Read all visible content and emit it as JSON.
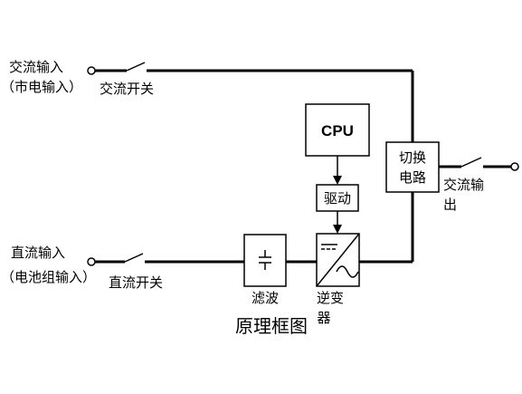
{
  "labels": {
    "ac_input": "交流输入",
    "ac_input_sub": "（市电输入）",
    "ac_switch": "交流开关",
    "dc_input": "直流输入",
    "dc_input_sub": "（电池组输入）",
    "dc_switch": "直流开关",
    "cpu": "CPU",
    "drive": "驱动",
    "switch_circuit_1": "切换",
    "switch_circuit_2": "电路",
    "ac_output_1": "交流输",
    "ac_output_2": "出",
    "filter": "滤波",
    "inverter_1": "逆变",
    "inverter_2": "器",
    "title": "原理框图"
  }
}
